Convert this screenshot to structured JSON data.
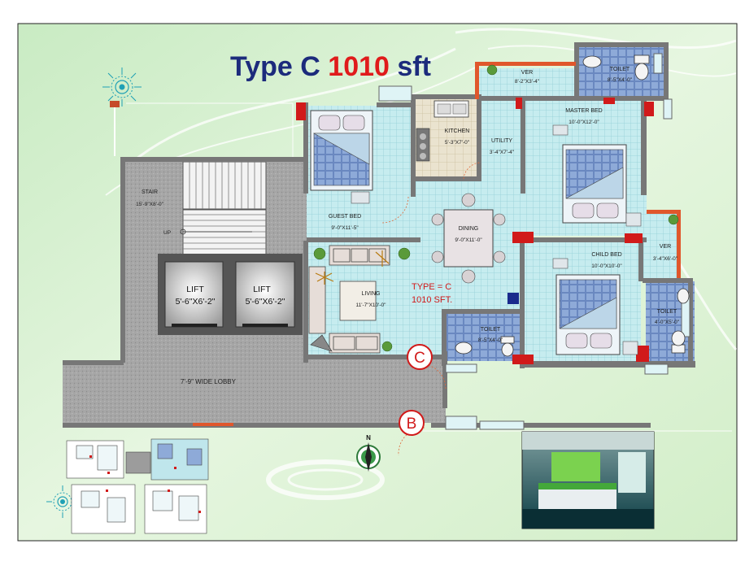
{
  "title": {
    "type_label": "Type C",
    "area_number": "1010",
    "area_unit": "sft"
  },
  "rooms": {
    "ver_top": {
      "name": "VER",
      "dim": "8'-2\"X3'-4\""
    },
    "toilet_top": {
      "name": "TOILET",
      "dim": "8'-5\"X4'-0\""
    },
    "kitchen": {
      "name": "KITCHEN",
      "dim": "5'-3\"X7'-0\""
    },
    "utility": {
      "name": "UTILITY",
      "dim": "3'-4\"X7'-4\""
    },
    "master_bed": {
      "name": "MASTER BED",
      "dim": "10'-0\"X12'-0\""
    },
    "guest_bed": {
      "name": "GUEST BED",
      "dim": "9'-0\"X11'-5\""
    },
    "stair": {
      "name": "STAIR",
      "dim": "15'-9\"X8'-0\"",
      "up": "UP"
    },
    "dining": {
      "name": "DINING",
      "dim": "9'-0\"X11'-0\""
    },
    "ver_right": {
      "name": "VER",
      "dim": "3'-4\"X6'-0\""
    },
    "child_bed": {
      "name": "CHILD BED",
      "dim": "10'-0\"X10'-0\""
    },
    "living": {
      "name": "LIVING",
      "dim": "11'-7\"X10'-0\""
    },
    "toilet_mid": {
      "name": "TOILET",
      "dim": "8'-5\"X4'-0\""
    },
    "toilet_right": {
      "name": "TOILET",
      "dim": "4'-0\"X5'-0\""
    },
    "lift1": {
      "name": "LIFT",
      "dim": "5'-6\"X6'-2\""
    },
    "lift2": {
      "name": "LIFT",
      "dim": "5'-6\"X6'-2\""
    },
    "lobby": {
      "name": "7'-9\" WIDE LOBBY"
    }
  },
  "unit_tag": {
    "line1": "TYPE = C",
    "line2": "1010 SFT."
  },
  "markers": {
    "c": "C",
    "b": "B",
    "north": "N"
  },
  "colors": {
    "background": "#ffffff",
    "panel": "#dff2d4",
    "title_blue": "#1c2b7c",
    "title_red": "#e01b1b",
    "wall": "#777777",
    "floor_tile": "#bfe6ec",
    "ver_wall": "#e0572c",
    "marker_red": "#d11a1a"
  },
  "icons": [
    "compass-icon",
    "north-arrow-icon",
    "bed-icon",
    "sofa-icon",
    "plant-icon",
    "toilet-icon",
    "sink-icon",
    "stove-icon"
  ]
}
